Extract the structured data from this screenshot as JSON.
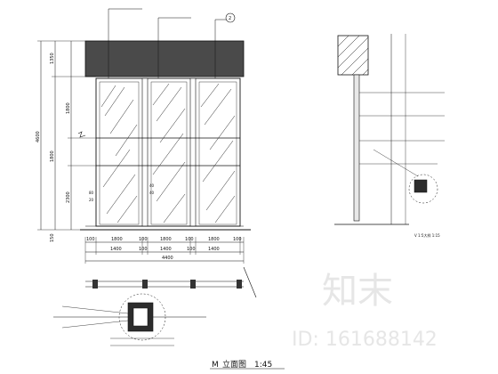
{
  "drawing": {
    "caption_code": "M",
    "caption_title": "立面图",
    "caption_scale": "1:45",
    "section_callout": "2",
    "section_note": "V 1:5大样 1:15"
  },
  "elevation": {
    "overall_height": "4600",
    "left_dims": [
      "1350",
      "1800",
      "2300",
      "1800",
      "150"
    ],
    "middle_dims": [
      "80",
      "20",
      "40",
      "40"
    ],
    "bottom_row1": [
      "100",
      "1800",
      "100",
      "1800",
      "100",
      "1800",
      "100"
    ],
    "bottom_row2": [
      "1400",
      "100",
      "1400",
      "100",
      "1400"
    ],
    "overall_width": "4400"
  },
  "watermark": {
    "brand": "知末",
    "id_label": "ID: 161688142"
  }
}
